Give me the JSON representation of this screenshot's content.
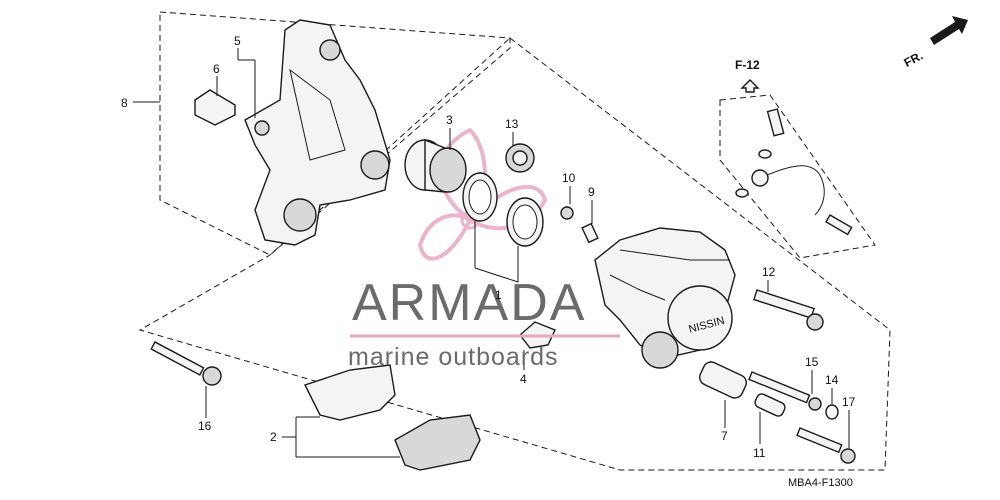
{
  "callouts": {
    "c1": "1",
    "c2": "2",
    "c3": "3",
    "c4": "4",
    "c5": "5",
    "c6": "6",
    "c7": "7",
    "c8": "8",
    "c9": "9",
    "c10": "10",
    "c11": "11",
    "c12": "12",
    "c13": "13",
    "c14": "14",
    "c15": "15",
    "c16": "16",
    "c17": "17"
  },
  "ref_section": "F-12",
  "direction": "FR.",
  "caliper_brand": "NISSIN",
  "watermark": {
    "title": "ARMADA",
    "subtitle": "marine outboards"
  },
  "diagram_code": "MBA4-F1300",
  "colors": {
    "line": "#1a1a1a",
    "watermark_pink": "#e8a8c4",
    "watermark_text": "#6b6b6b"
  }
}
